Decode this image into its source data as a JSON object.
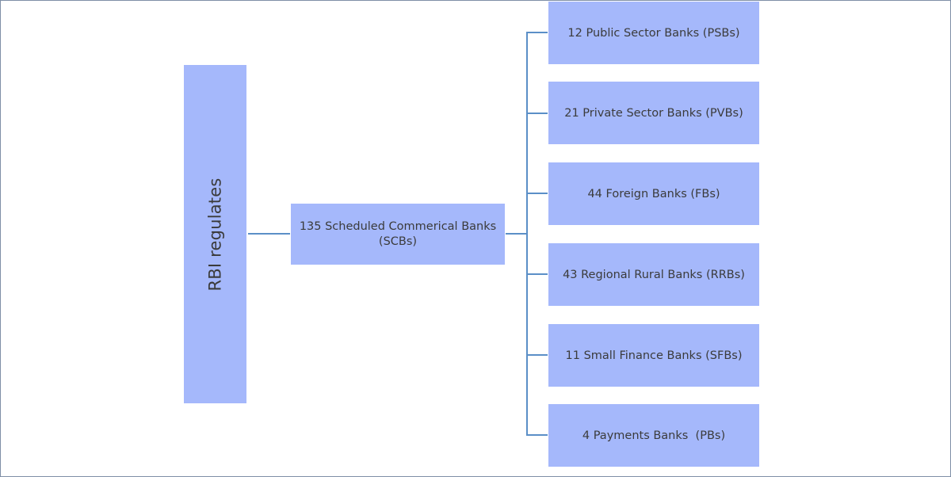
{
  "diagram": {
    "root": {
      "label": "RBI regulates"
    },
    "middle": {
      "line1": "135 Scheduled Commerical Banks",
      "line2": "(SCBs)"
    },
    "banks": [
      {
        "label": "12 Public Sector Banks (PSBs)"
      },
      {
        "label": "21 Private Sector Banks (PVBs)"
      },
      {
        "label": "44 Foreign Banks (FBs)"
      },
      {
        "label": "43 Regional Rural Banks (RRBs)"
      },
      {
        "label": "11 Small Finance Banks (SFBs)"
      },
      {
        "label": "4 Payments Banks  (PBs)"
      }
    ],
    "colors": {
      "box_fill": "#a5b8fb",
      "connector": "#5b8fc7",
      "text": "#3b3b3b",
      "frame": "#7f8fa6"
    }
  }
}
